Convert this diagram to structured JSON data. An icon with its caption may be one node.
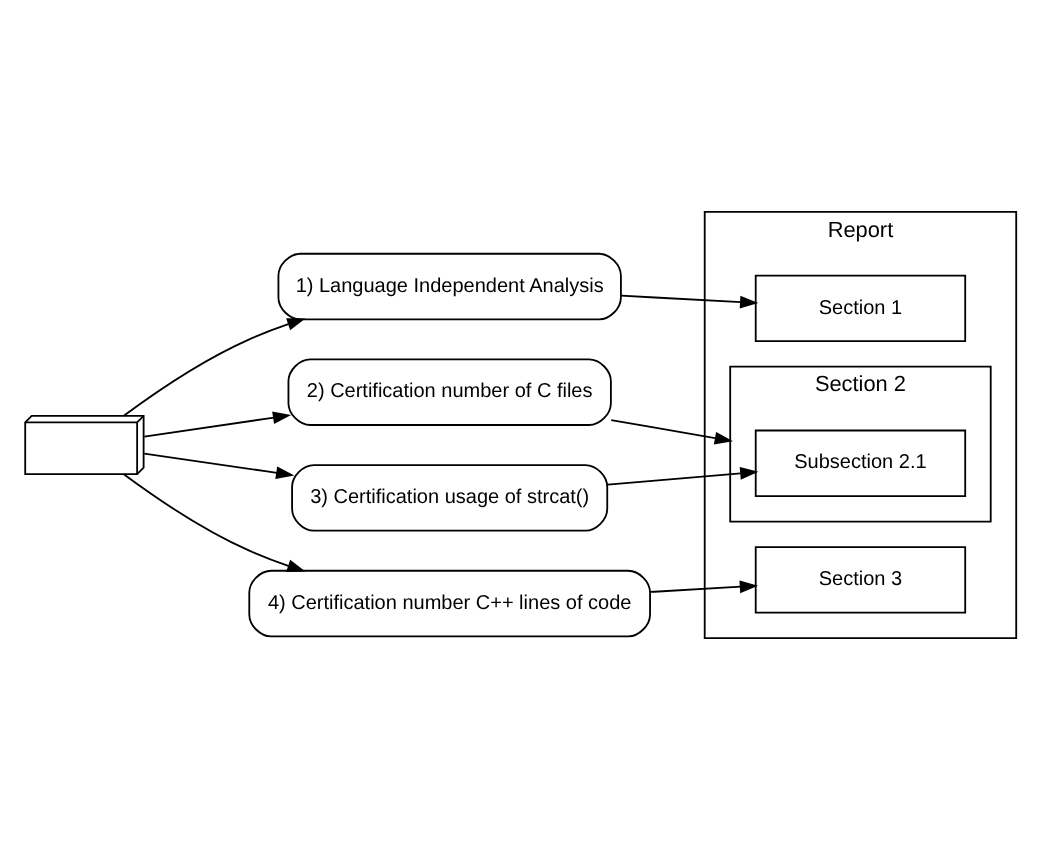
{
  "diagram": {
    "nodes": [
      {
        "text": [],
        "shape": "box"
      },
      {
        "text": [
          "1) Language Independent Analysis"
        ]
      },
      {
        "text": [
          "2) Certification number of C files"
        ]
      },
      {
        "text": [
          "3) Certification usage of strcat()"
        ]
      },
      {
        "text": [
          "4) Certification number C++ lines of code"
        ]
      },
      {
        "text": [
          "Report"
        ]
      },
      {
        "text": [
          "Section 1"
        ],
        "in": 5
      },
      {
        "text": [
          "Section 2"
        ],
        "in": 5
      },
      {
        "text": [
          "Subsection 2.1"
        ],
        "in": 7
      },
      {
        "text": [
          "Section 3"
        ],
        "in": 5
      }
    ],
    "edges": [
      {
        "from": 0,
        "to": 1,
        "arrow": "to"
      },
      {
        "from": 0,
        "to": 2,
        "arrow": "to"
      },
      {
        "from": 0,
        "to": 3,
        "arrow": "to"
      },
      {
        "from": 0,
        "to": 4,
        "arrow": "to"
      },
      {
        "from": 1,
        "to": 6,
        "arrow": "to"
      },
      {
        "from": 2,
        "to": 7,
        "arrow": "to"
      },
      {
        "from": 3,
        "to": 8,
        "arrow": "to"
      },
      {
        "from": 4,
        "to": 9,
        "arrow": "to"
      }
    ]
  }
}
